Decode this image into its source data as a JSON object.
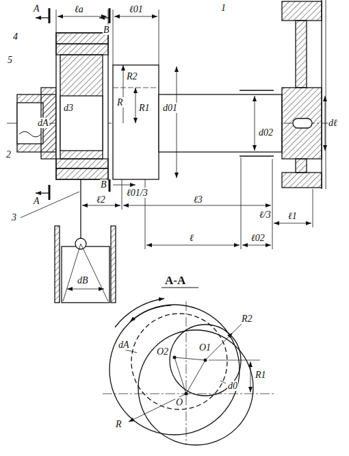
{
  "diagram": {
    "labels": [
      "A",
      "ℓa",
      "B",
      "ℓ01",
      "1",
      "4",
      "5",
      "2",
      "dA",
      "d3",
      "R2",
      "R",
      "R1",
      "d01",
      "d02",
      "dℓ",
      "B",
      "ℓ01/3",
      "A",
      "3",
      "ℓ2",
      "ℓ3",
      "dB",
      "ℓ/3",
      "ℓ1",
      "ℓ",
      "ℓ02",
      "A-A",
      "R2",
      "dA",
      "O2",
      "O1",
      "R1",
      "O",
      "d0",
      "R"
    ]
  }
}
